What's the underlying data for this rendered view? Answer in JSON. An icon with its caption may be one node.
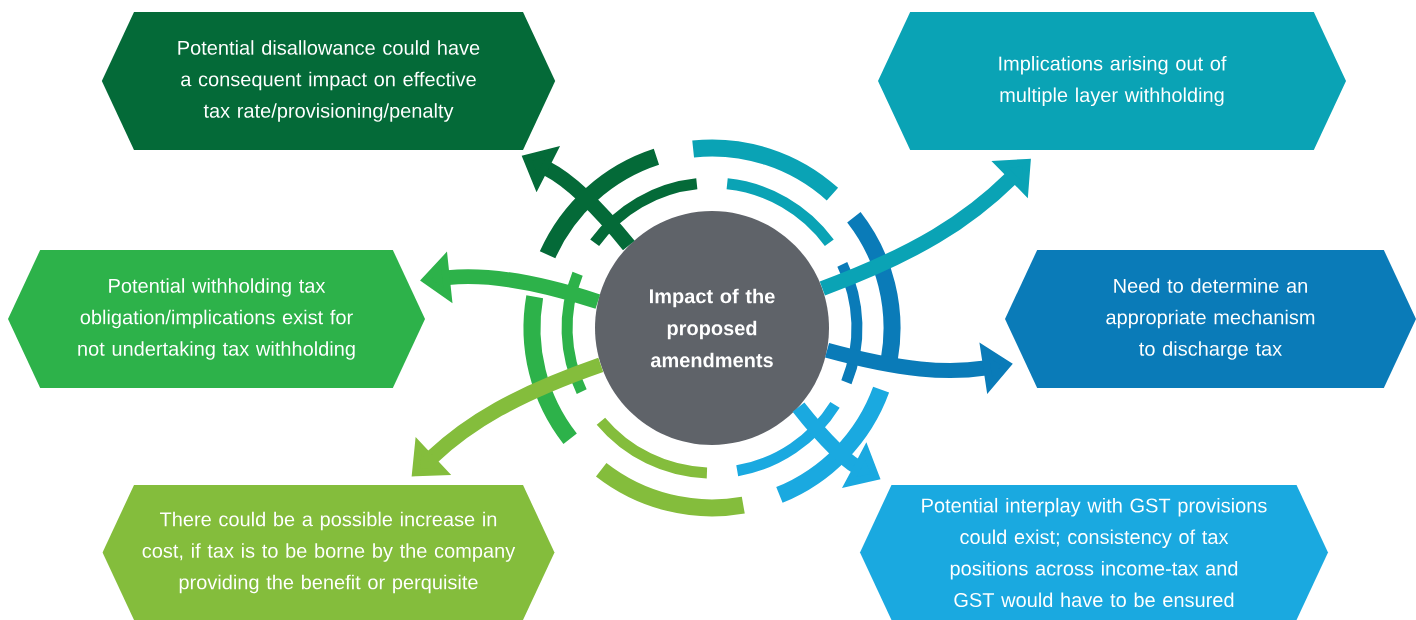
{
  "diagram": {
    "nodes": [
      {
        "text": [
          "Impact of the proposed amendments"
        ]
      },
      {
        "text": [
          "Potential disallowance could have a consequent impact on effective tax rate/provisioning/penalty"
        ]
      },
      {
        "text": [
          "Implications arising out of multiple layer withholding"
        ]
      },
      {
        "text": [
          "Potential withholding tax obligation/implications exist for not undertaking tax withholding"
        ]
      },
      {
        "text": [
          "Need to determine an appropriate mechanism to discharge tax"
        ]
      },
      {
        "text": [
          "There could be a possible increase in cost, if tax is to be borne by the company providing the benefit or perquisite"
        ]
      },
      {
        "text": [
          "Potential interplay with GST provisions could exist; consistency of tax positions across income-tax and GST would have to be ensured"
        ]
      }
    ],
    "edges": [
      {
        "from": 0,
        "to": 1,
        "arrow": "to",
        "color": "#046a38"
      },
      {
        "from": 0,
        "to": 2,
        "arrow": "to",
        "color": "#0aa3b5"
      },
      {
        "from": 0,
        "to": 3,
        "arrow": "to",
        "color": "#2db24a"
      },
      {
        "from": 0,
        "to": 4,
        "arrow": "to",
        "color": "#0a7bb8"
      },
      {
        "from": 0,
        "to": 5,
        "arrow": "to",
        "color": "#84bd3c"
      },
      {
        "from": 0,
        "to": 6,
        "arrow": "to",
        "color": "#1aa9e0"
      }
    ]
  }
}
